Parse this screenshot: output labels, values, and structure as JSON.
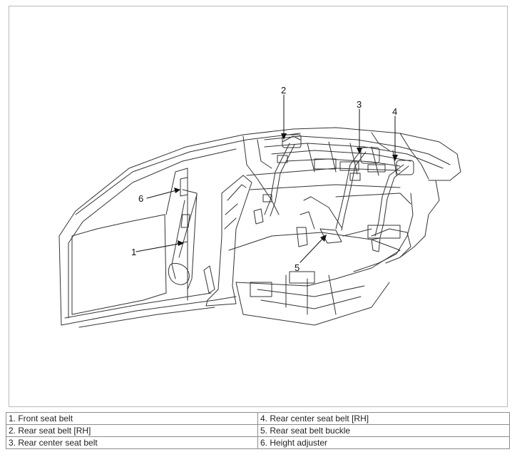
{
  "callouts": [
    "1",
    "2",
    "3",
    "4",
    "5",
    "6"
  ],
  "legend": {
    "left": [
      "1. Front seat belt",
      "2. Rear seat belt [RH]",
      "3. Rear center seat belt"
    ],
    "right": [
      "4. Rear center seat belt [RH]",
      "5. Rear seat belt buckle",
      "6. Height adjuster"
    ]
  }
}
